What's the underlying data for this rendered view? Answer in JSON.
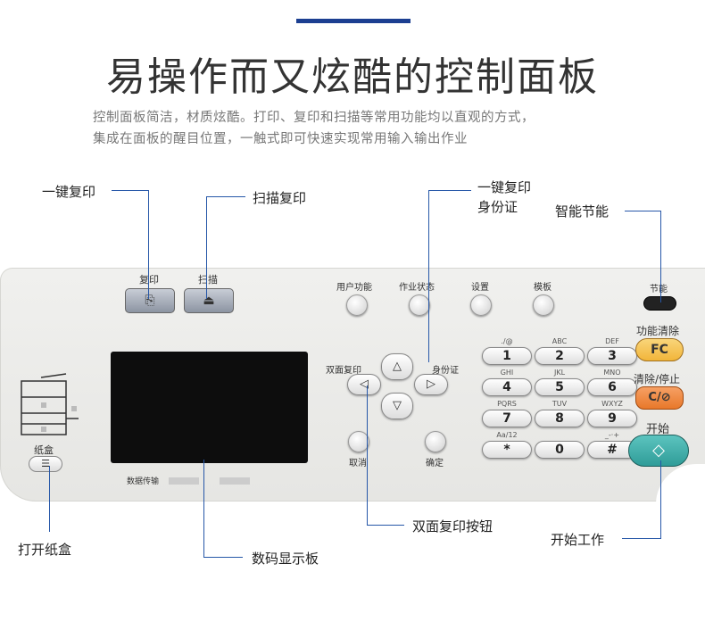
{
  "header": {
    "title": "易操作而又炫酷的控制面板",
    "subtitle_lines": [
      "控制面板简洁，材质炫酷。打印、复印和扫描等常用功能均以直观的方式，",
      "集成在面板的醒目位置，一触式即可快速实现常用输入输出作业"
    ]
  },
  "panel": {
    "copy_label": "复印",
    "scan_label": "扫描",
    "tray_label": "纸盒",
    "data_label": "数据传输",
    "top_buttons": [
      "用户功能",
      "作业状态",
      "设置",
      "模板"
    ],
    "eco_label": "节能",
    "duplex_label": "双面复印",
    "id_label": "身份证",
    "cancel_label": "取消",
    "ok_label": "确定",
    "arrows": {
      "up": "△",
      "down": "▽",
      "left": "◁",
      "right": "▷"
    },
    "keys": [
      {
        "sub": "./@",
        "key": "1"
      },
      {
        "sub": "ABC",
        "key": "2"
      },
      {
        "sub": "DEF",
        "key": "3"
      },
      {
        "sub": "GHI",
        "key": "4"
      },
      {
        "sub": "JKL",
        "key": "5"
      },
      {
        "sub": "MNO",
        "key": "6"
      },
      {
        "sub": "PQRS",
        "key": "7"
      },
      {
        "sub": "TUV",
        "key": "8"
      },
      {
        "sub": "WXYZ",
        "key": "9"
      },
      {
        "sub": "Aa/12",
        "key": "*"
      },
      {
        "sub": "",
        "key": "0"
      },
      {
        "sub": "_-·+",
        "key": "#"
      }
    ],
    "fc_label": "功能清除",
    "fc_key": "FC",
    "stop_label": "清除/停止",
    "stop_key": "C/⊘",
    "start_label": "开始",
    "start_key": "◇",
    "colors": {
      "fc": "#f2b53a",
      "stop": "#e8782a",
      "start": "#2f9c98",
      "callout_line": "#2657a8"
    }
  },
  "callouts": {
    "one_touch_copy": "一键复印",
    "scan_copy": "扫描复印",
    "id_copy_1": "一键复印",
    "id_copy_2": "身份证",
    "eco": "智能节能",
    "tray": "打开纸盒",
    "display": "数码显示板",
    "duplex": "双面复印按钮",
    "start": "开始工作"
  }
}
